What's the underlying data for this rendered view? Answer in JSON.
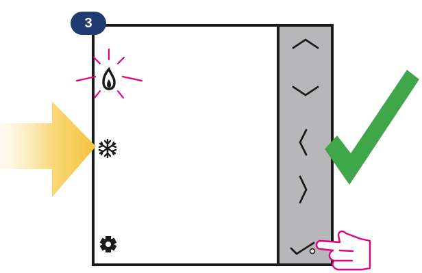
{
  "step": {
    "number": "3"
  },
  "device": {
    "screen_icons": [
      {
        "name": "flame-icon",
        "state": "blinking"
      },
      {
        "name": "snowflake-icon",
        "state": "indicated"
      },
      {
        "name": "gear-icon",
        "state": "static"
      }
    ],
    "buttons": [
      {
        "name": "up-button",
        "icon": "chevron-up"
      },
      {
        "name": "down-button",
        "icon": "chevron-down"
      },
      {
        "name": "left-button",
        "icon": "chevron-left"
      },
      {
        "name": "right-button",
        "icon": "chevron-right"
      },
      {
        "name": "confirm-button",
        "icon": "checkmark",
        "state": "pressed"
      }
    ]
  },
  "colors": {
    "badge": "#1f3b72",
    "button_panel": "#b7b7ba",
    "outline": "#1a1a1a",
    "blink_rays": "#e8007f",
    "pointer_arrow": "#f6c23e",
    "success_check": "#3fa649",
    "hand_outline": "#e4007c"
  }
}
